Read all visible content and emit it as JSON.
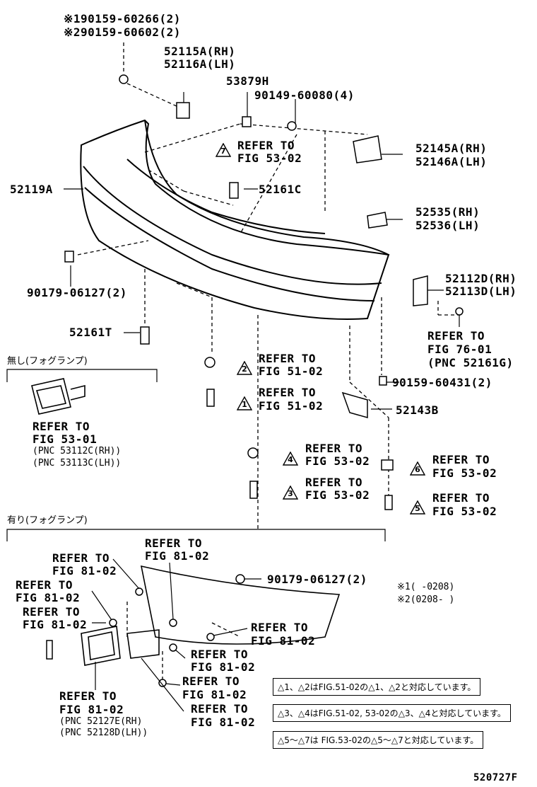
{
  "diagram_id": "520727F",
  "labels": {
    "pn_90159_60266": "※190159-60266(2)",
    "pn_90159_60602": "※290159-60602(2)",
    "pn_52115A": "52115A(RH)",
    "pn_52116A": "52116A(LH)",
    "pn_53879H": "53879H",
    "pn_90149": "90149-60080(4)",
    "pn_52145A": "52145A(RH)",
    "pn_52146A": "52146A(LH)",
    "pn_52119A": "52119A",
    "pn_52161C": "52161C",
    "pn_52535": "52535(RH)",
    "pn_52536": "52536(LH)",
    "pn_90179_top": "90179-06127(2)",
    "pn_52112D": "52112D(RH)",
    "pn_52113D": "52113D(LH)",
    "pn_52161T": "52161T",
    "pn_90159_60431": "90159-60431(2)",
    "pn_52143B": "52143B",
    "pn_90179_bot": "90179-06127(2)",
    "refer": "REFER TO",
    "fig_53_02": "FIG 53-02",
    "fig_51_02": "FIG 51-02",
    "fig_76_01": "FIG 76-01",
    "pnc_52161G": "(PNC 52161G)",
    "fig_53_01": "FIG 53-01",
    "pnc_53112C": "(PNC 53112C(RH))",
    "pnc_53113C": "(PNC 53113C(LH))",
    "fig_81_02": "FIG 81-02",
    "pnc_52127E": "(PNC 52127E(RH)",
    "pnc_52128D": "(PNC 52128D(LH))",
    "section_without": "無し(フォグランプ)",
    "section_with": "有り(フォグランプ)",
    "note1": "※1(     -0208)",
    "note2": "※2(0208-     )"
  },
  "triangles": [
    "7",
    "2",
    "1",
    "4",
    "3",
    "6",
    "5"
  ],
  "notes": [
    {
      "a": "1",
      "b": "2",
      "text_mid": "はFIG.51-02の",
      "text_end": "と対応しています。"
    },
    {
      "a": "3",
      "b": "4",
      "text_mid": "はFIG.51-02, 53-02の",
      "text_end": "と対応しています。"
    },
    {
      "a": "5",
      "b": "7",
      "text_mid": "は FIG.53-02の",
      "text_end": "と対応しています。"
    }
  ]
}
